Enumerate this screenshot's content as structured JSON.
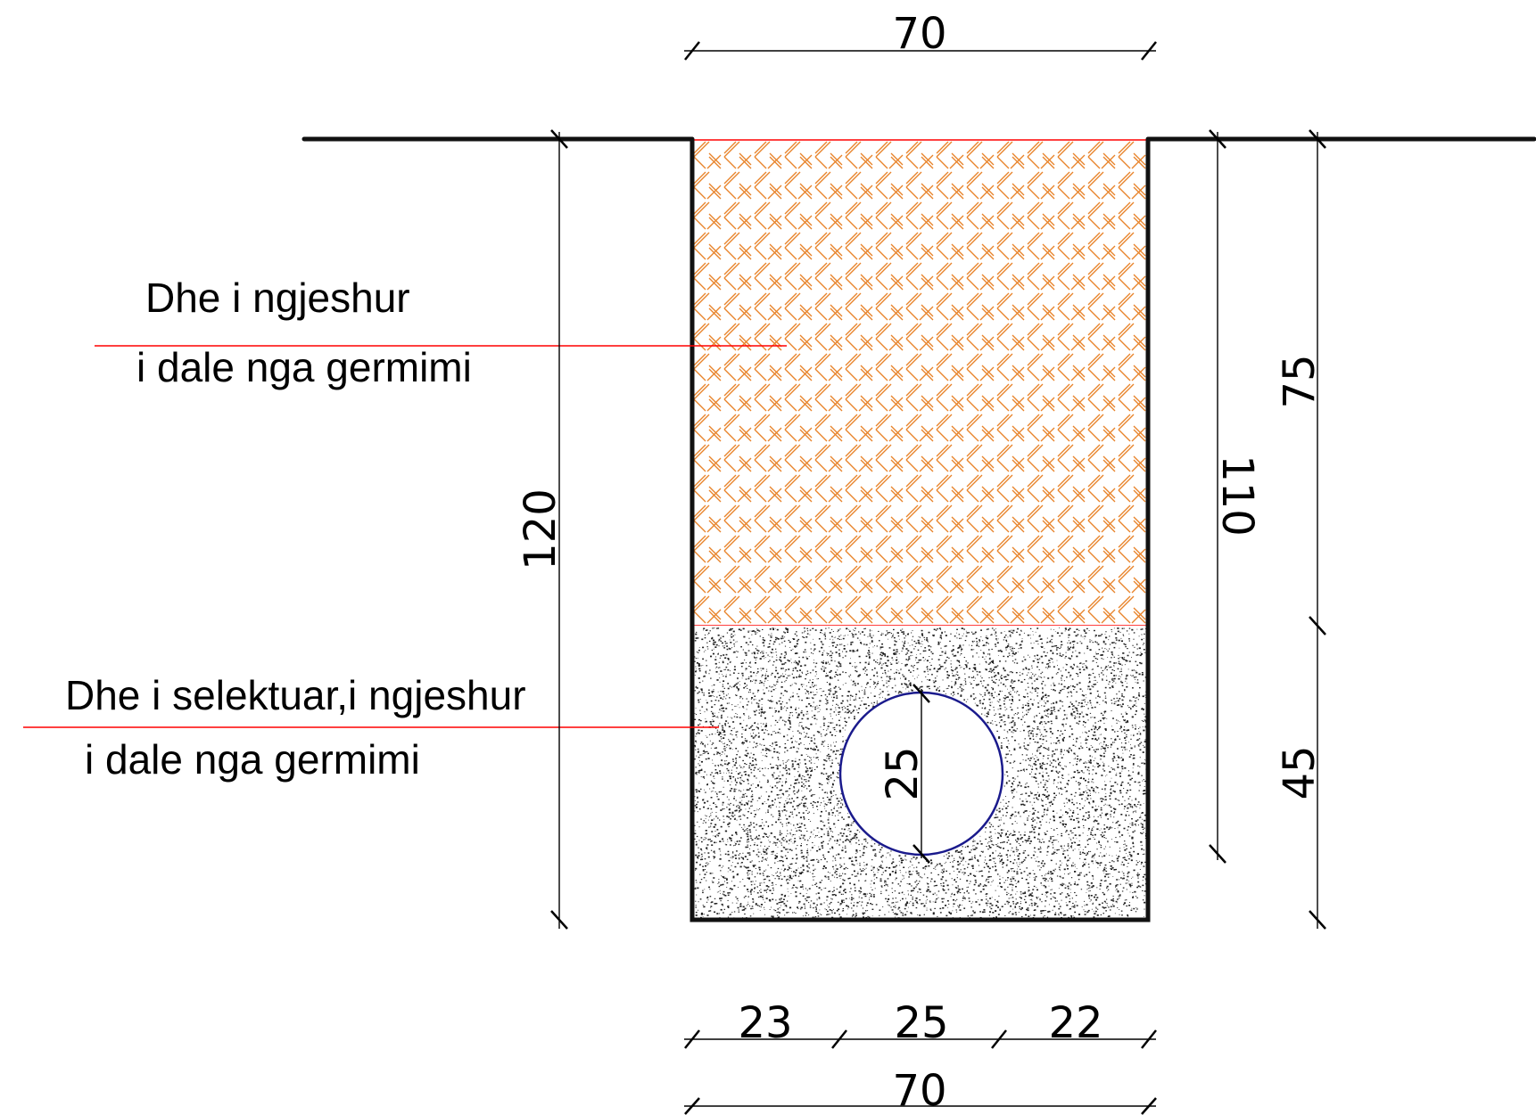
{
  "colors": {
    "backfill_hatch": "#e8832a",
    "layer_boundary": "#ff0000",
    "leader_line": "#ff0000",
    "pipe_outline": "#1a1a8c",
    "sand_speckle": "#222222"
  },
  "dimensions": {
    "top_width": "70",
    "bottom_width": "70",
    "segment_left": "23",
    "segment_middle": "25",
    "segment_right": "22",
    "left_depth": "120",
    "right_depth": "110",
    "upper_layer": "75",
    "lower_layer": "45",
    "pipe_diameter": "25"
  },
  "labels": {
    "upper_fill_line1": "Dhe i  ngjeshur",
    "upper_fill_line2": "i dale nga germimi",
    "lower_fill_line1": "Dhe i selektuar,i ngjeshur",
    "lower_fill_line2": "i dale nga germimi"
  }
}
